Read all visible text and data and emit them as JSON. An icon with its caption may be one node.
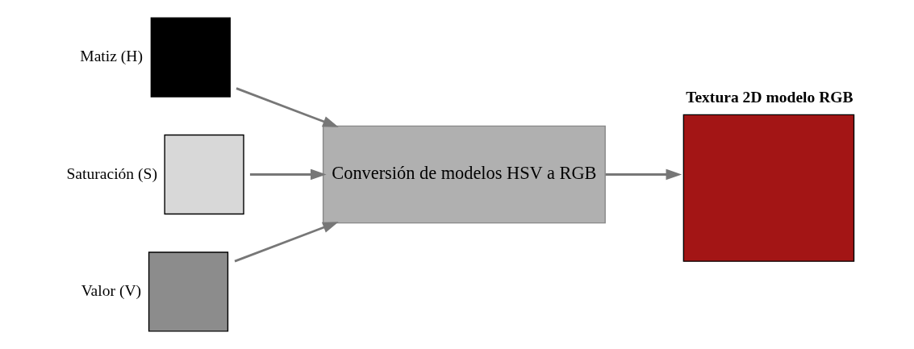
{
  "diagram": {
    "nodes": [
      {
        "text": [],
        "shape": "box",
        "beside": [
          "Matiz (H)"
        ]
      },
      {
        "text": [],
        "shape": "box",
        "beside": [
          "Saturación (S)"
        ]
      },
      {
        "text": [],
        "shape": "box",
        "beside": [
          "Valor (V)"
        ]
      },
      {
        "text": [
          "Conversión de modelos HSV a RGB"
        ]
      },
      {
        "text": [
          "Textura 2D modelo RGB"
        ]
      }
    ],
    "edges": [
      {
        "from": 0,
        "to": 3,
        "arrow": "to"
      },
      {
        "from": 1,
        "to": 3,
        "arrow": "to"
      },
      {
        "from": 2,
        "to": 3,
        "arrow": "to"
      },
      {
        "from": 3,
        "to": 4,
        "arrow": "to"
      }
    ]
  }
}
